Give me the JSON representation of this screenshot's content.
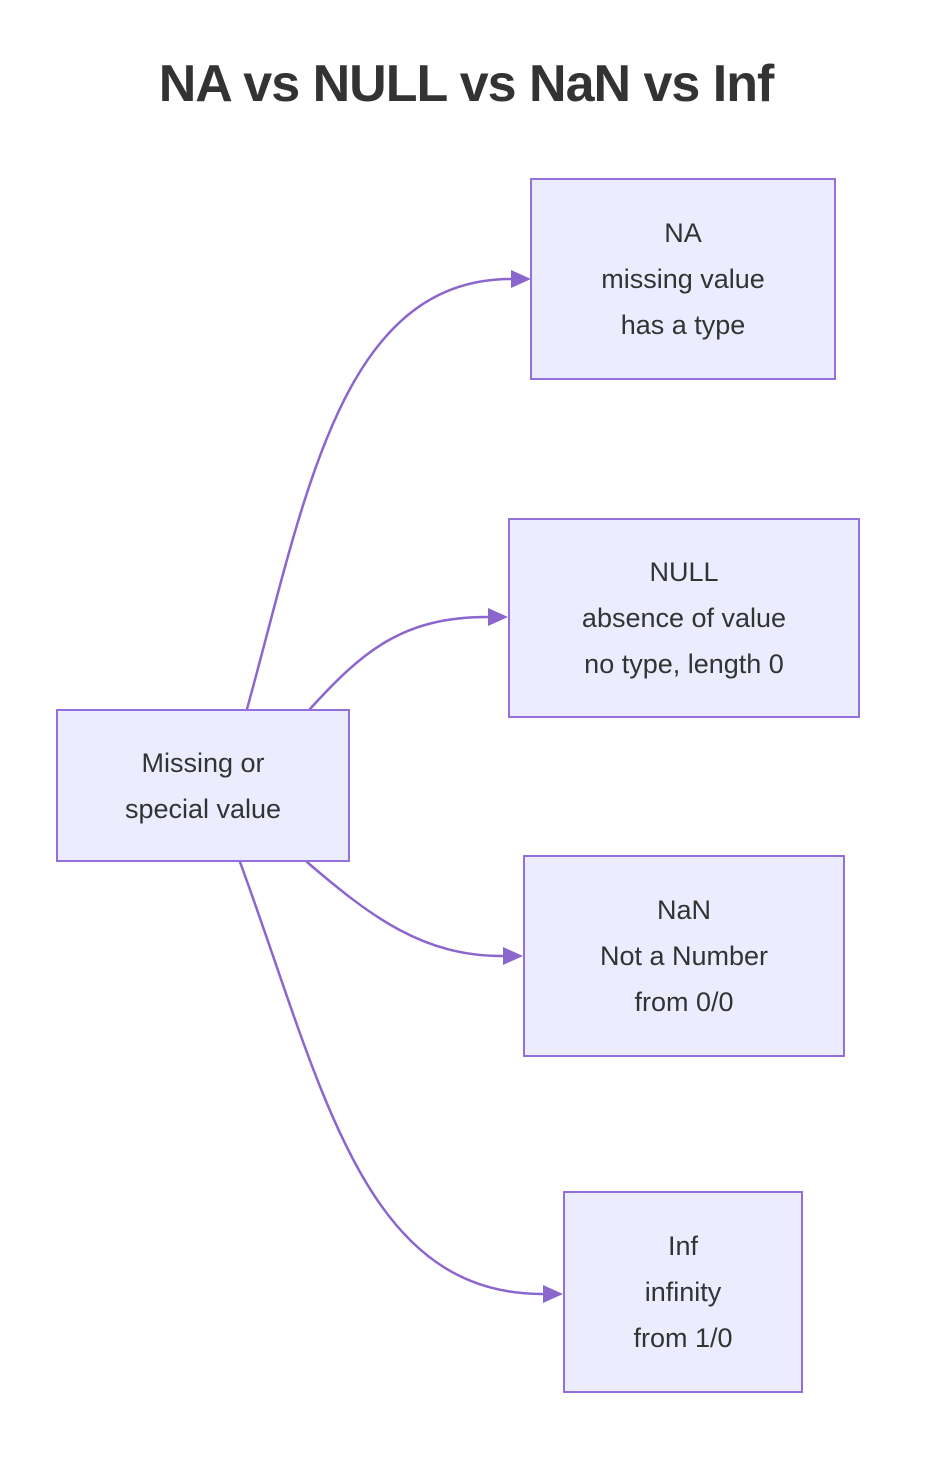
{
  "title": "NA vs NULL vs NaN vs Inf",
  "colors": {
    "background": "#FFFFFF",
    "node_fill": "#ECECFF",
    "node_border": "#9370DB",
    "edge": "#8B66CC",
    "text": "#333333"
  },
  "diagram": {
    "root": {
      "id": "root",
      "lines": [
        "Missing or",
        "special value"
      ]
    },
    "branches": [
      {
        "id": "na",
        "lines": [
          "NA",
          "missing value",
          "has a type"
        ]
      },
      {
        "id": "null",
        "lines": [
          "NULL",
          "absence of value",
          "no type, length 0"
        ]
      },
      {
        "id": "nan",
        "lines": [
          "NaN",
          "Not a Number",
          "from 0/0"
        ]
      },
      {
        "id": "inf",
        "lines": [
          "Inf",
          "infinity",
          "from 1/0"
        ]
      }
    ],
    "edges": [
      {
        "from": "root",
        "to": "na"
      },
      {
        "from": "root",
        "to": "null"
      },
      {
        "from": "root",
        "to": "nan"
      },
      {
        "from": "root",
        "to": "inf"
      }
    ]
  }
}
